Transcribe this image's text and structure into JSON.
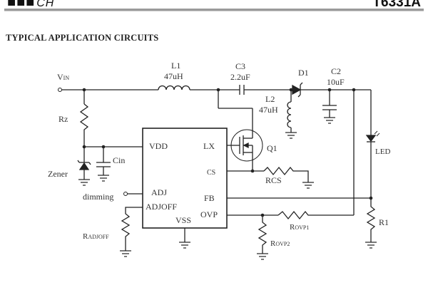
{
  "header": {
    "logo_text": "■■■",
    "logo_suffix": "CH",
    "part_number": "T6331A"
  },
  "section_title": "TYPICAL APPLICATION CIRCUITS",
  "circuit": {
    "labels": {
      "vin": "V",
      "vin_sub": "IN",
      "l1_name": "L1",
      "l1_value": "47uH",
      "c3_name": "C3",
      "c3_value": "2.2uF",
      "d1_name": "D1",
      "c2_name": "C2",
      "c2_value": "10uF",
      "l2_name": "L2",
      "l2_value": "47uH",
      "rz": "Rz",
      "cin": "Cin",
      "zener": "Zener",
      "dimming": "dimming",
      "radjoff_main": "R",
      "radjoff_sub": "ADJOFF",
      "q1": "Q1",
      "rcs": "RCS",
      "led": "LED",
      "r1": "R1",
      "rovp1_main": "R",
      "rovp1_sub": "OVP1",
      "rovp2_main": "R",
      "rovp2_sub": "OVP2"
    },
    "ic_pins": {
      "vdd": "VDD",
      "adj": "ADJ",
      "adjoff": "ADJOFF",
      "vss": "VSS",
      "lx": "LX",
      "cs": "CS",
      "fb": "FB",
      "ovp": "OVP"
    }
  }
}
